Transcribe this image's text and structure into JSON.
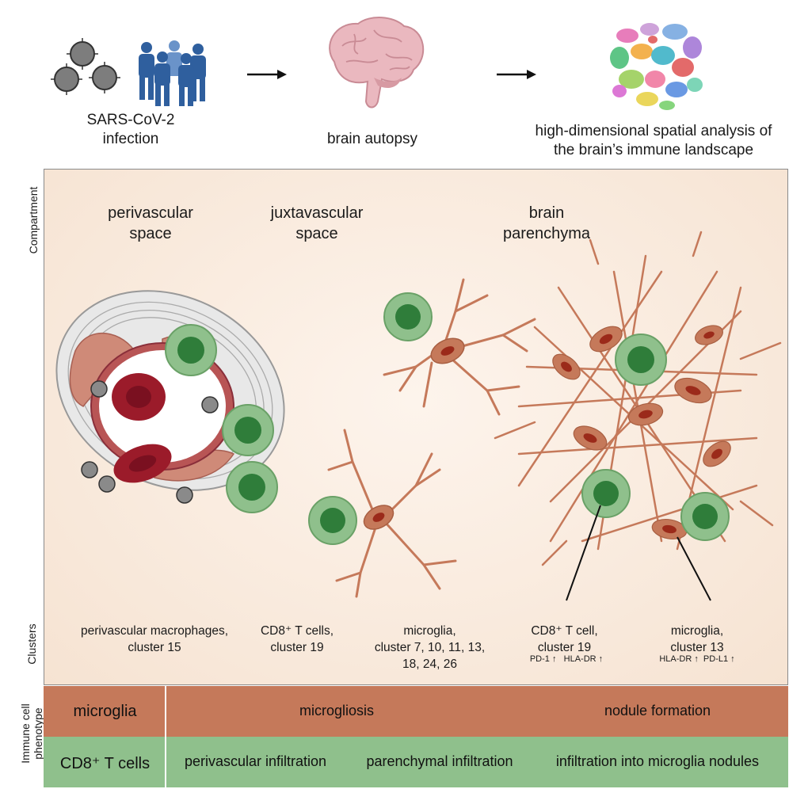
{
  "header": {
    "step1_label": "SARS-CoV-2\ninfection",
    "step2_label": "brain autopsy",
    "step3_label": "high-dimensional  spatial analysis of\nthe brain’s immune landscape"
  },
  "side_labels": {
    "compartment": "Compartment",
    "clusters": "Clusters",
    "phenotype": "Immune cell\nphenotype"
  },
  "compartments": {
    "perivascular": "perivascular\nspace",
    "juxtavascular": "juxtavascular\nspace",
    "parenchyma": "brain\nparenchyma"
  },
  "clusters": {
    "perivascular_macrophages": "perivascular macrophages,\ncluster 15",
    "cd8_juxta": "CD8⁺ T cells,\ncluster 19",
    "microglia_general": "microglia,\ncluster 7, 10, 11, 13,\n18, 24, 26",
    "cd8_parenchyma": "CD8⁺ T cell,\ncluster 19",
    "cd8_parenchyma_markers": "PD-1 ↑   HLA-DR ↑",
    "microglia_13": "microglia,\ncluster 13",
    "microglia_13_markers": "HLA-DR ↑  PD-L1 ↑"
  },
  "phenotype_rows": {
    "microglia_row": {
      "label": "microglia",
      "microgliosis": "microgliosis",
      "nodule": "nodule formation"
    },
    "cd8_row": {
      "label": "CD8⁺ T cells",
      "perivascular": "perivascular infiltration",
      "parenchymal": "parenchymal infiltration",
      "nodules": "infiltration into microglia nodules"
    }
  },
  "colors": {
    "microglia_orange": "#c5795a",
    "tcell_green": "#8fc08c",
    "tcell_nucleus": "#2f7d3a",
    "rbc_red": "#9b1b2a",
    "virus_gray": "#8a8a8a",
    "person_blue": "#2f5f9e"
  },
  "icons": [
    "virus-icon",
    "people-icon",
    "brain-icon",
    "tsne-cluster-icon",
    "arrow-right-icon",
    "blood-vessel-icon",
    "t-cell-icon",
    "microglia-icon"
  ]
}
